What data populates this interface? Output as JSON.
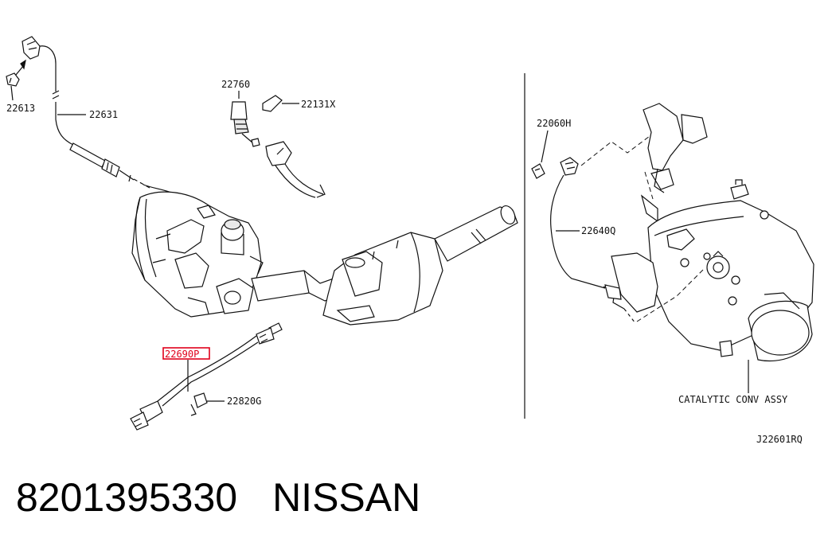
{
  "labels": {
    "l22613": "22613",
    "l22631": "22631",
    "l22760": "22760",
    "l22131x": "22131X",
    "l22690p": "22690P",
    "l22820g": "22820G",
    "l22060h": "22060H",
    "l22640q": "22640Q",
    "catalytic": "CATALYTIC CONV ASSY",
    "ref": "J22601RQ"
  },
  "caption": {
    "part_number": "8201395330",
    "brand": "NISSAN"
  },
  "colors": {
    "highlight": "#e0001b",
    "line": "#111111"
  }
}
